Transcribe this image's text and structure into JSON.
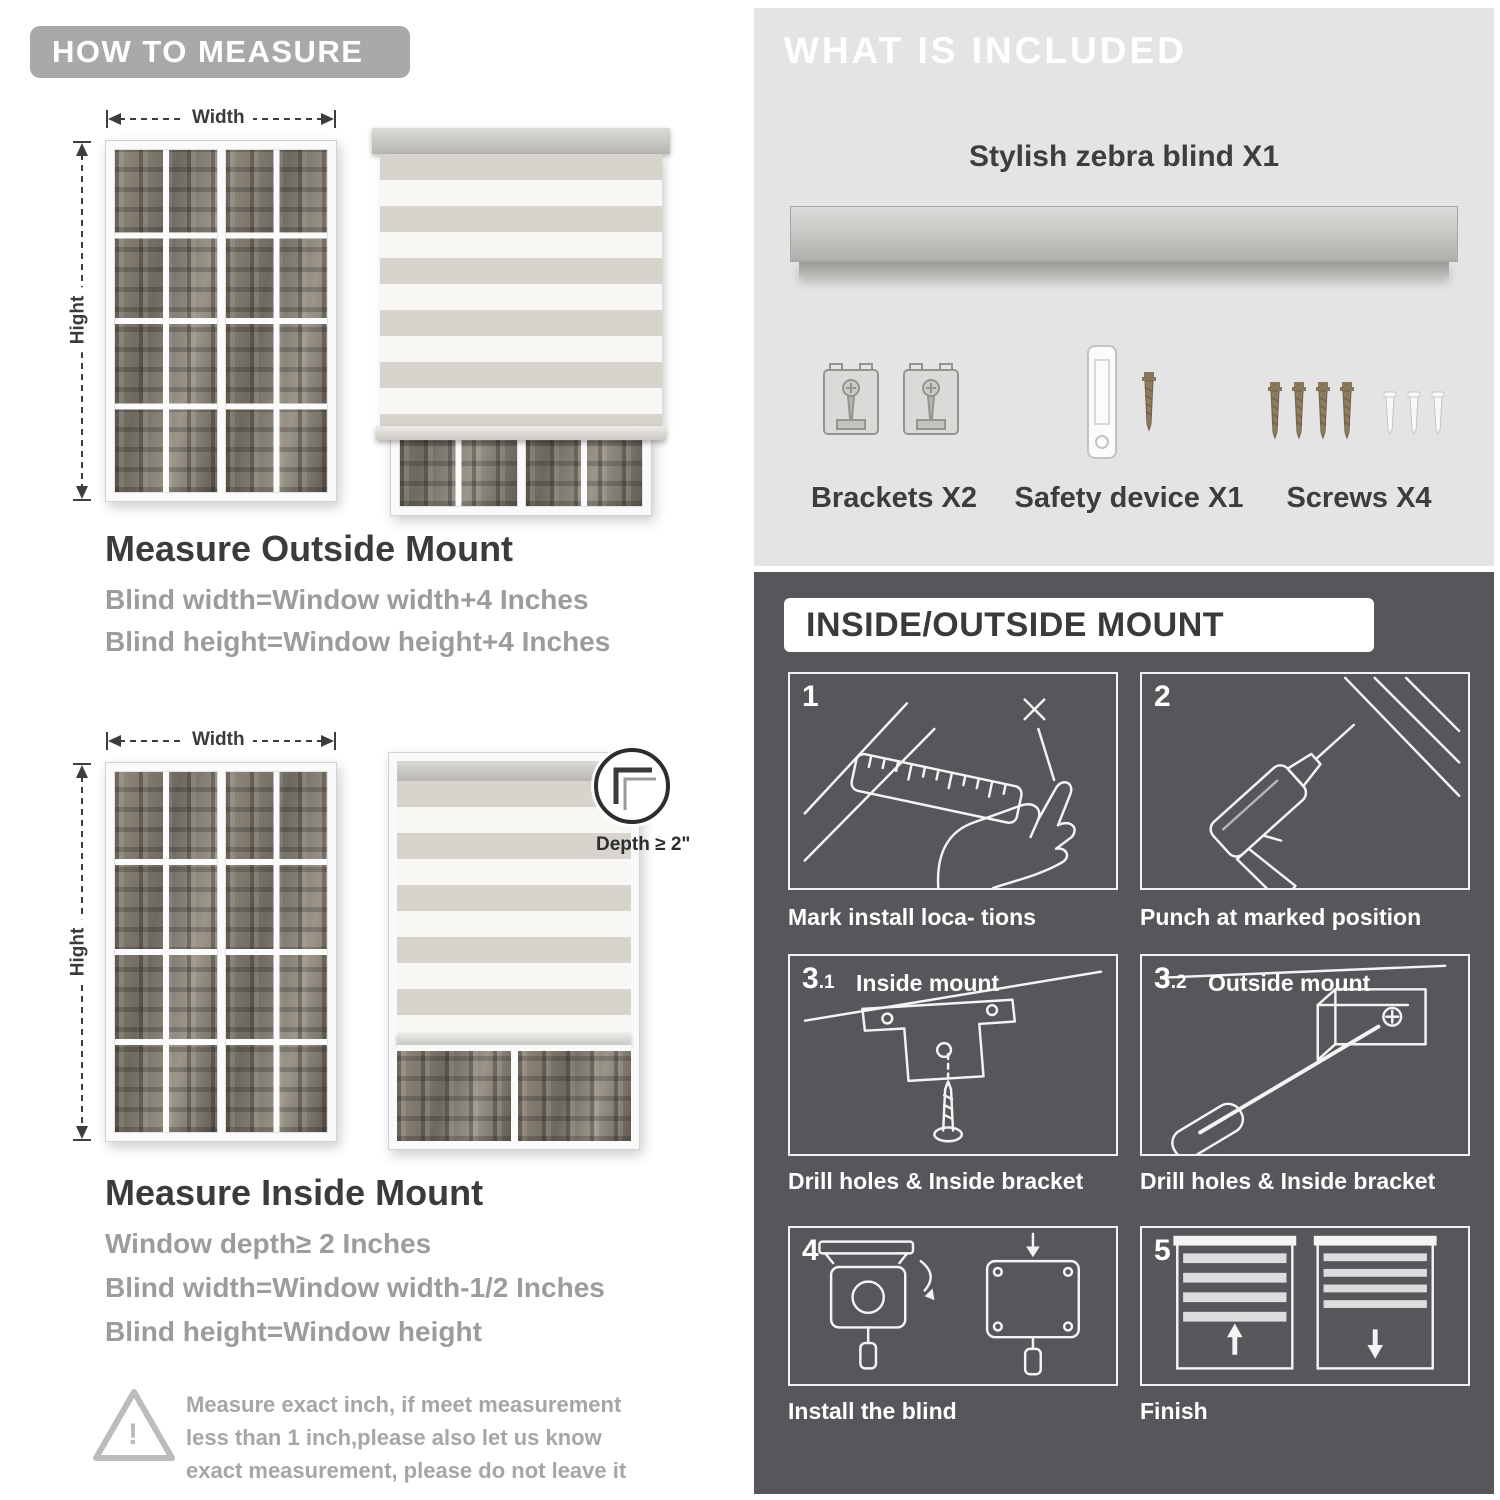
{
  "theme": {
    "header_pill_gray": "#a9a9a9",
    "light_panel_gray": "#e4e4e4",
    "dark_panel_gray": "#57575b",
    "heading_dark": "#3b3b3b",
    "muted_text_gray": "#9c9c9c",
    "caption_white": "#ffffff"
  },
  "left": {
    "header": "HOW TO MEASURE",
    "measure_labels": {
      "width": "Width",
      "height": "Hight",
      "depth": "Depth ≥ 2\""
    },
    "outside": {
      "title": "Measure Outside Mount",
      "lines": [
        "Blind width=Window width+4 Inches",
        "Blind height=Window height+4 Inches"
      ]
    },
    "inside": {
      "title": "Measure Inside Mount",
      "lines": [
        "Window depth≥ 2 Inches",
        "Blind width=Window width-1/2 Inches",
        "Blind height=Window height"
      ]
    },
    "warning": {
      "mark": "!",
      "text": "Measure exact inch, if meet measurement less than 1 inch,please also let us know exact measurement, please do not leave it"
    }
  },
  "right": {
    "included": {
      "header": "WHAT IS INCLUDED",
      "product": "Stylish zebra blind X1",
      "items": [
        {
          "label": "Brackets X2"
        },
        {
          "label": "Safety device X1"
        },
        {
          "label": "Screws X4"
        }
      ]
    },
    "mount": {
      "header": "INSIDE/OUTSIDE MOUNT",
      "steps": [
        {
          "num": "1",
          "sub": "",
          "badge": "",
          "caption": "Mark install loca- tions"
        },
        {
          "num": "2",
          "sub": "",
          "badge": "",
          "caption": "Punch at  marked position"
        },
        {
          "num": "3",
          "sub": ".1",
          "badge": "Inside mount",
          "caption": "Drill holes &  Inside bracket"
        },
        {
          "num": "3",
          "sub": ".2",
          "badge": "Outside mount",
          "caption": "Drill holes &  Inside bracket"
        },
        {
          "num": "4",
          "sub": "",
          "badge": "",
          "caption": "Install the blind"
        },
        {
          "num": "5",
          "sub": "",
          "badge": "",
          "caption": "Finish"
        }
      ]
    }
  }
}
